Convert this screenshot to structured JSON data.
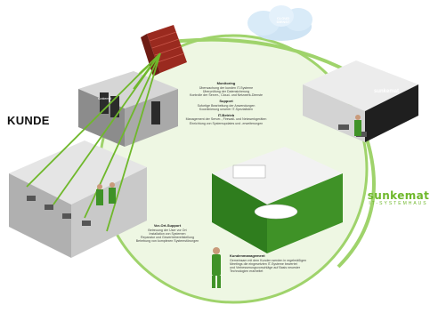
{
  "labels": {
    "kunde": "KUNDE",
    "cloud": [
      "CLOUD",
      "DIENST"
    ],
    "logo_main": "sunkemat",
    "logo_sub": "IT-SYSTEMHAUS",
    "wall_logo_1": "sunkemat",
    "wall_logo_2": "sunkemat"
  },
  "center_block": {
    "monitoring": {
      "heading": "Monitoring",
      "lines": [
        "Überwachung der kunden IT-Systeme",
        "Überprüfung der Datensicherung",
        "Kontrolle der Server-, Cloud- und Netzwerk-Dienste"
      ]
    },
    "support": {
      "heading": "Support",
      "lines": [
        "Sofortige Bearbeitung der Anwendungen",
        "Koordinierung unserer IT-Spezialisten"
      ]
    },
    "it_betrieb": {
      "heading": "IT-Betrieb",
      "lines": [
        "Management der Server-, Firewall- und Netzwerkgeräten",
        "Einrichtung von Systemupdates und -erweiterungen"
      ]
    }
  },
  "vor_ort": {
    "heading": "Vor-Ort-Support",
    "lines": [
      "Betreuung der User vor Ort",
      "Installation von Systemen",
      "Reparatur und Gewerbebereitstellung",
      "Behebung von komplexen Systemstörungen"
    ]
  },
  "kundenmanagement": {
    "heading": "Kundenmanagement",
    "lines": [
      "Gemeinsam mit dem Kunden werden in regelmäßigen",
      "Meetings die eingesetzten IT-Systeme bewertet",
      "und Verbesserungsvorschläge auf Basis neuester",
      "Technologien erarbeitet"
    ]
  },
  "colors": {
    "brand_green": "#6fb82b",
    "dark_green": "#2f7d1e",
    "arc_green": "#9fd36b",
    "circle_fill": "#eef7e3",
    "cloud_blue": "#cfe4f4",
    "brick": "#9a2a1f"
  },
  "icons": [
    "firewall-icon",
    "cloud-icon",
    "server-rack-icon",
    "person-icon"
  ]
}
